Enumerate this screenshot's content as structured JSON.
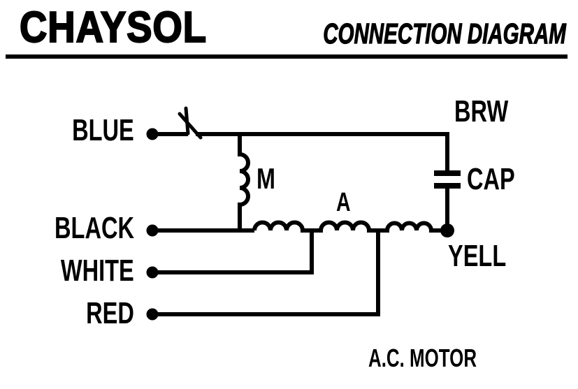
{
  "header": {
    "brand": "CHAYSOL",
    "title": "CONNECTION DIAGRAM"
  },
  "labels": {
    "blue": "BLUE",
    "black": "BLACK",
    "white": "WHITE",
    "red": "RED",
    "brw": "BRW",
    "yell": "YELL",
    "cap": "CAP",
    "main_winding": "M",
    "aux_winding": "A"
  },
  "caption": "A.C. MOTOR",
  "colors": {
    "ink": "#000000",
    "background": "#ffffff"
  }
}
